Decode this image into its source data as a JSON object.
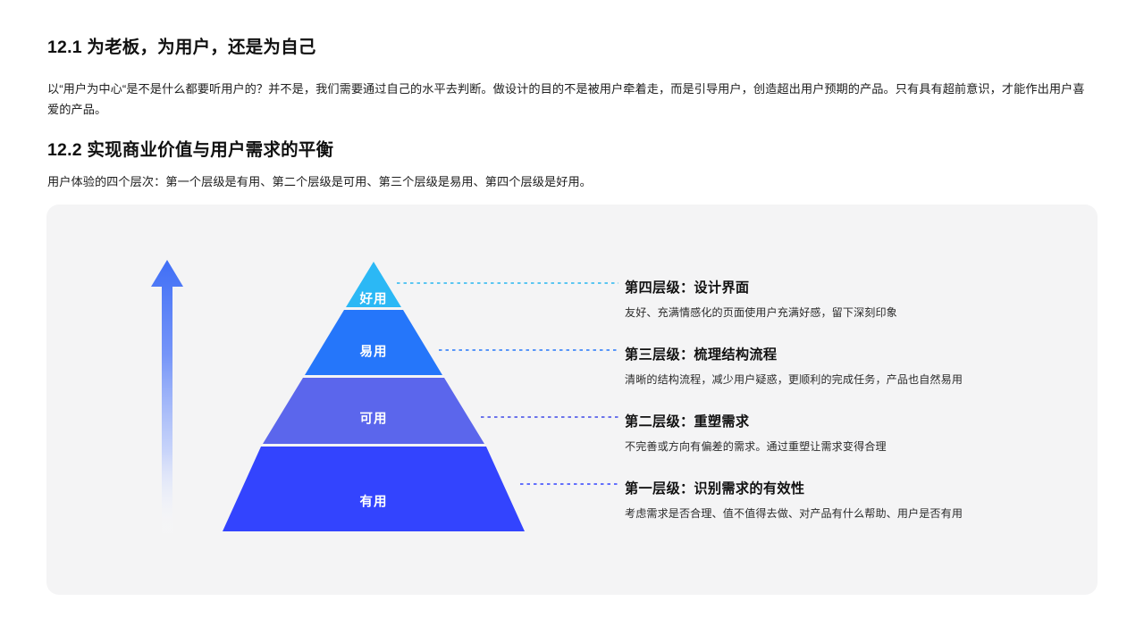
{
  "sections": [
    {
      "heading": "12.1 为老板，为用户，还是为自己",
      "paragraph": "以“用户为中心“是不是什么都要听用户的？并不是，我们需要通过自己的水平去判断。做设计的目的不是被用户牵着走，而是引导用户，创造超出用户预期的产品。只有具有超前意识，才能作出用户喜爱的产品。"
    },
    {
      "heading": "12.2 实现商业价值与用户需求的平衡",
      "paragraph": "用户体验的四个层次：第一个层级是有用、第二个层级是可用、第三个层级是易用、第四个层级是好用。"
    }
  ],
  "diagram": {
    "arrow_icon": "up-arrow-icon",
    "arrow_color_top": "#3f6ef6",
    "arrow_color_bottom": "#ffffff",
    "card_background": "#f4f4f5",
    "tiers": [
      {
        "label": "好用",
        "color": "#2bb8f5",
        "note_title": "第四层级：设计界面",
        "note_desc": "友好、充满情感化的页面使用户充满好感，留下深刻印象"
      },
      {
        "label": "易用",
        "color": "#2576fa",
        "note_title": "第三层级：梳理结构流程",
        "note_desc": "清晰的结构流程，减少用户疑惑，更顺利的完成任务，产品也自然易用"
      },
      {
        "label": "可用",
        "color": "#5b66ec",
        "note_title": "第二层级：重塑需求",
        "note_desc": "不完善或方向有偏差的需求。通过重塑让需求变得合理"
      },
      {
        "label": "有用",
        "color": "#3344fe",
        "note_title": "第一层级：识别需求的有效性",
        "note_desc": "考虑需求是否合理、值不值得去做、对产品有什么帮助、用户是否有用"
      }
    ]
  }
}
